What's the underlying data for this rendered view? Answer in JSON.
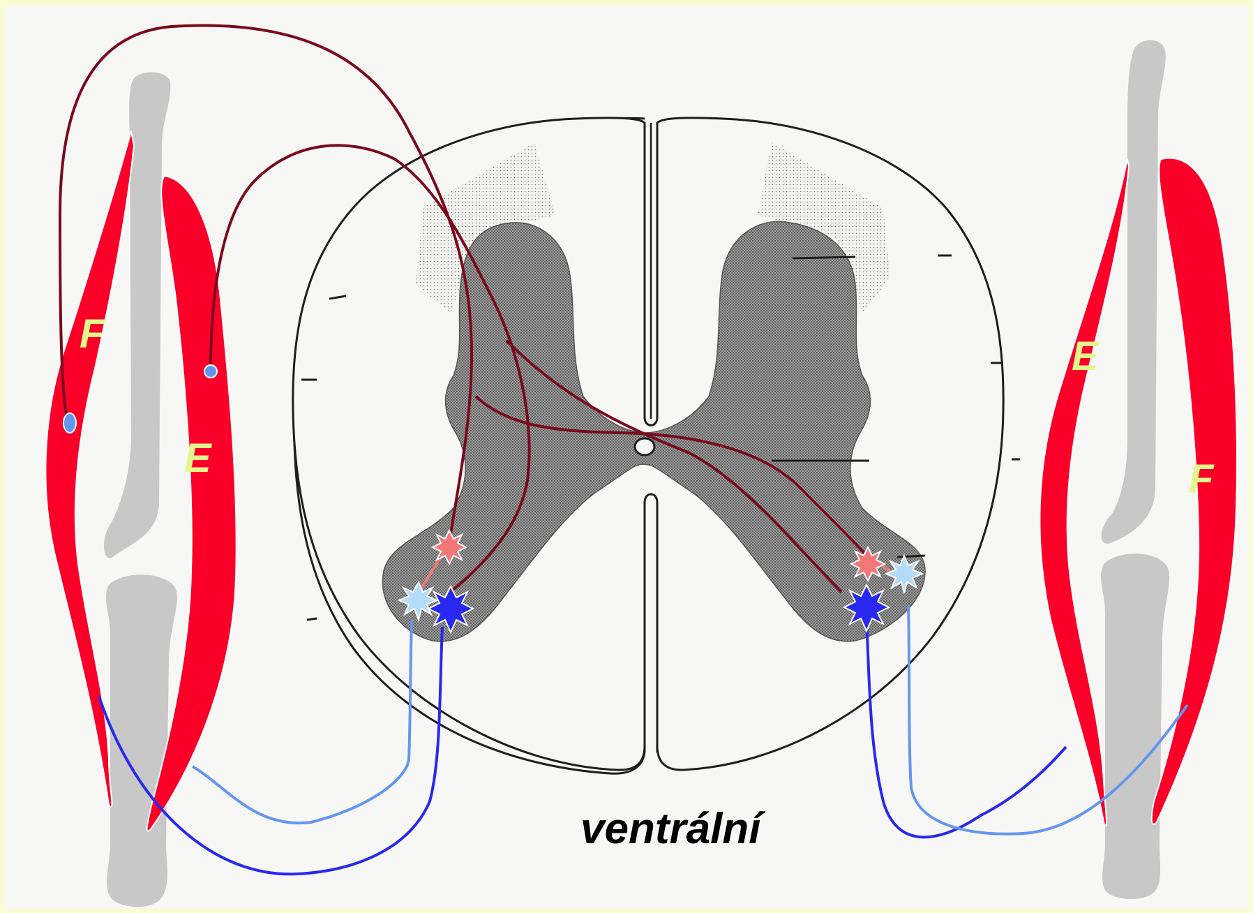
{
  "caption": "ventrální",
  "left_limb": {
    "flexor_label": "F",
    "extensor_label": "E"
  },
  "right_limb": {
    "extensor_label": "E",
    "flexor_label": "F"
  },
  "colors": {
    "muscle": "#fa0028",
    "bone": "#c8c8c8",
    "muscle_letter": "#e6f58c",
    "afferent_fiber": "#7a0a1e",
    "alpha_motor_neuron": "#2828f0",
    "motor_axon_light": "#6496f0",
    "interneuron_inhibitory": "#f07878",
    "grey_matter": "#7a7a7a",
    "white_matter_outline": "#1e1e1e"
  }
}
